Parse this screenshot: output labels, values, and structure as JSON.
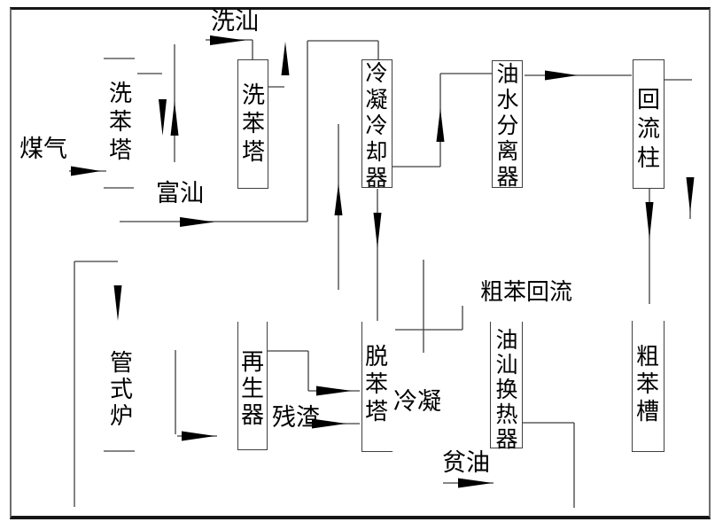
{
  "colors": {
    "background": "#ffffff",
    "line": "#3f3f3f",
    "arrow": "#000000",
    "text": "#000000",
    "frame": "#161616"
  },
  "nodes": {
    "wash_tower_1": {
      "label": "洗苯塔"
    },
    "wash_tower_2": {
      "label": "洗苯塔"
    },
    "condenser_cooler": {
      "label": "冷凝冷却器"
    },
    "oil_water_separator": {
      "label": "油水分离器"
    },
    "reflux_column": {
      "label": "回流柱"
    },
    "tube_furnace": {
      "label": "管式炉"
    },
    "regenerator": {
      "label": "再生器"
    },
    "debenzolization_tower": {
      "label": "脱苯塔"
    },
    "oil_oil_heat_exchanger": {
      "label": "油汕换热器"
    },
    "crude_benzene_tank": {
      "label": "粗苯槽"
    }
  },
  "streams": {
    "coal_gas": "煤气",
    "wash_oil": "洗汕",
    "rich_oil": "富汕",
    "residue": "残渣",
    "condensate": "冷凝",
    "crude_benzene_reflux": "粗苯回流",
    "lean_oil": "贫油"
  }
}
